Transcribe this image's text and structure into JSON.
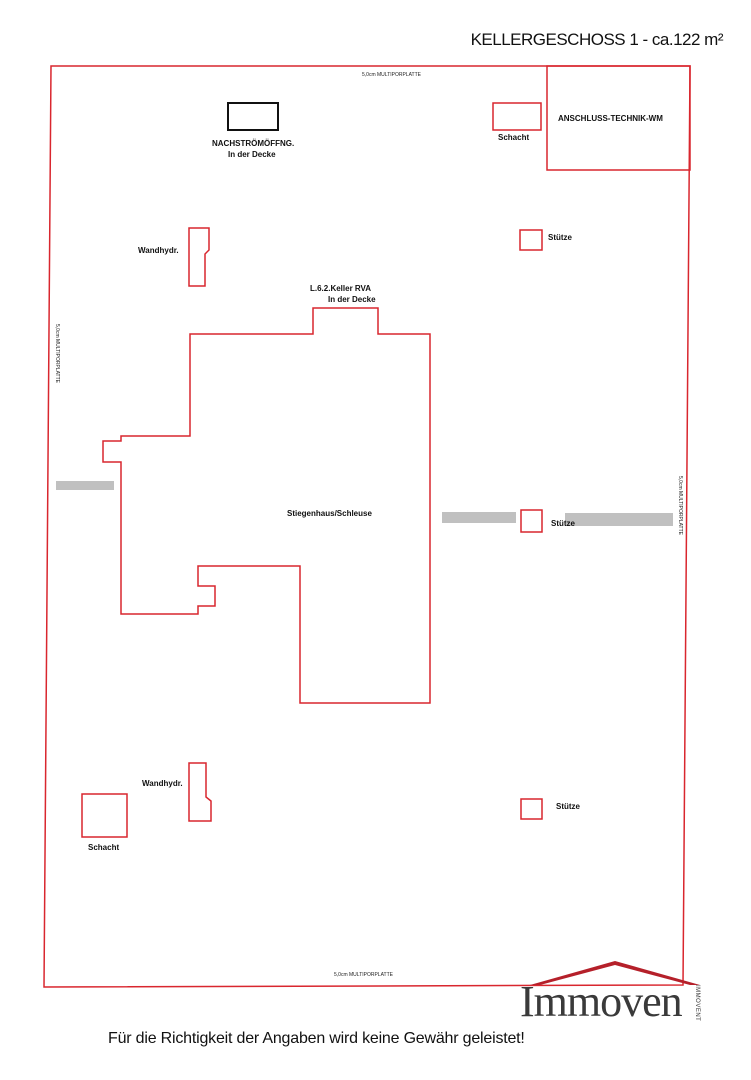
{
  "title": "KELLERGESCHOSS 1 - ca.122 m²",
  "labels": {
    "nachstroem_line1": "NACHSTRÖMÖFFNG.",
    "nachstroem_line2": "In der Decke",
    "schacht_top": "Schacht",
    "anschluss": "ANSCHLUSS-TECHNIK-WM",
    "wandhydr_top": "Wandhydr.",
    "stuetze_top": "Stütze",
    "l62_line1": "L.6.2.Keller  RVA",
    "l62_line2": "In der Decke",
    "stiegenhaus": "Stiegenhaus/Schleuse",
    "stuetze_mid": "Stütze",
    "wandhydr_bottom": "Wandhydr.",
    "schacht_bottom": "Schacht",
    "stuetze_bottom": "Stütze"
  },
  "wall_notes": {
    "top": "5,0cm MULTIPORPLATTE",
    "left": "5,0cm MULTIPORPLATTE",
    "right": "5,0cm MULTIPORPLATTE",
    "bottom": "5,0cm MULTIPORPLATTE"
  },
  "disclaimer": "Für die Richtigkeit der Angaben wird keine Gewähr geleistet!",
  "logo": {
    "name": "Immoven",
    "side_text": "IMMOVENT",
    "color": "#b5202a"
  },
  "colors": {
    "wall": "#d9262e",
    "opening": "#c0c0c0"
  }
}
